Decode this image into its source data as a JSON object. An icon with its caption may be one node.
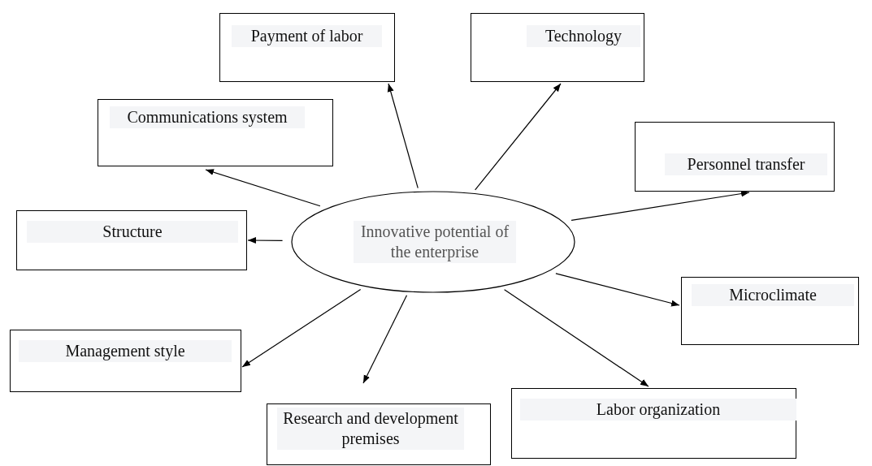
{
  "diagram": {
    "nodes": [
      {
        "text": [
          "Innovative potential of the enterprise"
        ]
      },
      {
        "text": [
          "Payment of labor"
        ]
      },
      {
        "text": [
          "Technology"
        ]
      },
      {
        "text": [
          "Communications system"
        ]
      },
      {
        "text": [
          "Personnel transfer"
        ]
      },
      {
        "text": [
          "Structure"
        ]
      },
      {
        "text": [
          "Microclimate"
        ]
      },
      {
        "text": [
          "Management style"
        ]
      },
      {
        "text": [
          "Research and development premises"
        ]
      },
      {
        "text": [
          "Labor organization"
        ]
      }
    ],
    "edges": [
      {
        "from": 0,
        "to": 1,
        "arrow": "to"
      },
      {
        "from": 0,
        "to": 2,
        "arrow": "to"
      },
      {
        "from": 0,
        "to": 3,
        "arrow": "to"
      },
      {
        "from": 0,
        "to": 4,
        "arrow": "to"
      },
      {
        "from": 0,
        "to": 5,
        "arrow": "to"
      },
      {
        "from": 0,
        "to": 6,
        "arrow": "to"
      },
      {
        "from": 0,
        "to": 7,
        "arrow": "to"
      },
      {
        "from": 0,
        "to": 8,
        "arrow": "to"
      },
      {
        "from": 0,
        "to": 9,
        "arrow": "to"
      }
    ]
  }
}
